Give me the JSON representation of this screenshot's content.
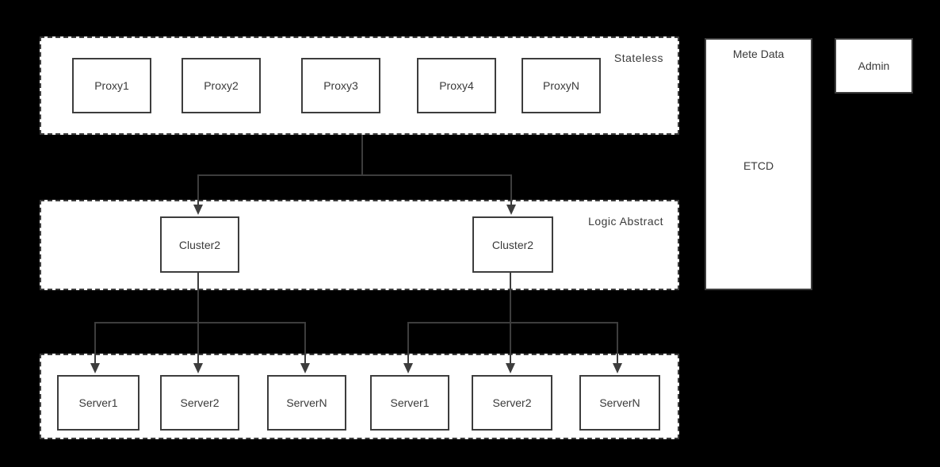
{
  "theme": {
    "background": "#000000",
    "surface": "#ffffff",
    "line_color": "#3d3d3d",
    "text_color": "#3a3a3a"
  },
  "diagram": {
    "stateless_layer": {
      "label": "Stateless",
      "nodes": [
        "Proxy1",
        "Proxy2",
        "Proxy3",
        "Proxy4",
        "ProxyN"
      ]
    },
    "logic_layer": {
      "label": "Logic Abstract",
      "nodes": [
        "Cluster2",
        "Cluster2"
      ]
    },
    "server_layer": {
      "nodes": [
        "Server1",
        "Server2",
        "ServerN",
        "Server1",
        "Server2",
        "ServerN"
      ]
    },
    "meta_store": {
      "title": "Mete Data",
      "item": "ETCD"
    },
    "admin": {
      "label": "Admin"
    }
  }
}
